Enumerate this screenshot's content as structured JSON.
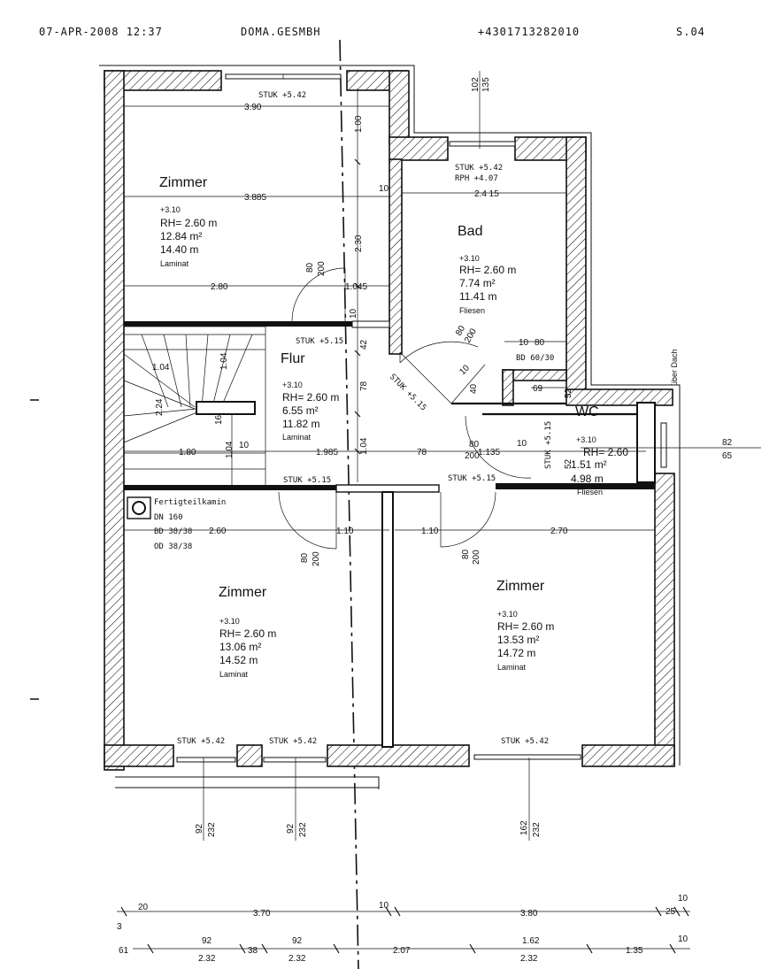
{
  "header": {
    "datetime": "07-APR-2008 12:37",
    "company": "DOMA.GESMBH",
    "phone": "+4301713282010",
    "page": "S.04"
  },
  "rooms": {
    "zimmer_top_left": {
      "name": "Zimmer",
      "level": "+3.10",
      "height": "RH= 2.60 m",
      "area": "12.84 m²",
      "perimeter": "14.40 m",
      "floor": "Laminat"
    },
    "bad": {
      "name": "Bad",
      "level": "+3.10",
      "height": "RH= 2.60 m",
      "area": "7.74 m²",
      "perimeter": "11.41 m",
      "floor": "Fliesen"
    },
    "flur": {
      "name": "Flur",
      "level": "+3.10",
      "height": "RH= 2.60 m",
      "area": "6.55 m²",
      "perimeter": "11.82 m",
      "floor": "Laminat"
    },
    "wc": {
      "name": "WC",
      "level": "+3.10",
      "height": "RH= 2.60",
      "area": "1.51 m²",
      "perimeter": "4.98 m",
      "floor": "Fliesen"
    },
    "zimmer_bottom_left": {
      "name": "Zimmer",
      "level": "+3.10",
      "height": "RH= 2.60 m",
      "area": "13.06 m²",
      "perimeter": "14.52 m",
      "floor": "Laminat"
    },
    "zimmer_bottom_right": {
      "name": "Zimmer",
      "level": "+3.10",
      "height": "RH= 2.60 m",
      "area": "13.53 m²",
      "perimeter": "14.72 m",
      "floor": "Laminat"
    }
  },
  "labels": {
    "stuk_542": "STUK +5.42",
    "stuk_515": "STUK +5.15",
    "rph": "RPH +4.07",
    "bd": "BD 60/30",
    "kamin": "Fertigteilkamin",
    "dn": "DN 160",
    "bd_kamin": "BD 38/38",
    "od_kamin": "OD 38/38",
    "ueber_dach": "über Dach"
  },
  "dimensions": {
    "d390": "3.90",
    "d3885": "3.885",
    "d280": "2.80",
    "d1045": "1.045",
    "d100": "1.00",
    "d230": "2.30",
    "d2415": "2.4 15",
    "d10": "10",
    "d80": "80",
    "d69": "69",
    "d40": "40",
    "d42": "42",
    "d78": "78",
    "d104": "1.04",
    "d224": "2.24",
    "d180": "1.80",
    "d1985": "1.985",
    "d1135": "1.135",
    "d110": "1.10",
    "d260": "2.60",
    "d270": "2.70",
    "d102": "102",
    "d135": "135",
    "d82": "82",
    "d65": "65",
    "d52": "52",
    "d16": "16",
    "d20": "20",
    "d370": "3.70",
    "d380": "3.80",
    "d25": "25",
    "d3": "3",
    "d61": "61",
    "d92": "92",
    "d232": "2.32",
    "d38": "38",
    "d207": "2.07",
    "d162": "1.62",
    "d135b": "1.35",
    "door_80": "80",
    "door_200": "200",
    "win_92": "92",
    "win_232": "232",
    "win_162": "162",
    "win_232b": "232"
  }
}
